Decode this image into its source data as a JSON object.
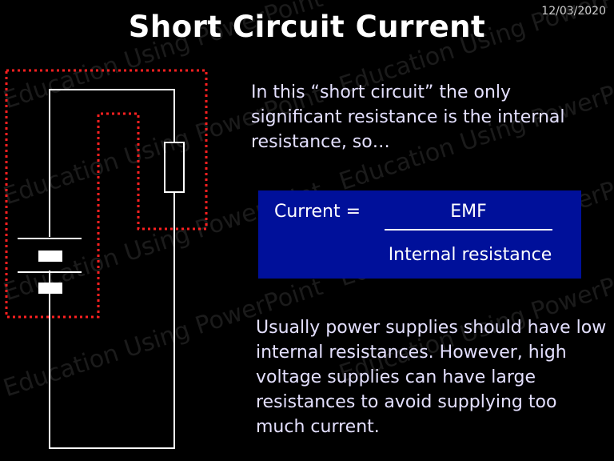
{
  "slide": {
    "date": "12/03/2020",
    "title": "Short Circuit Current",
    "intro_text": "In this “short circuit” the only significant resistance is the internal resistance, so…",
    "formula": {
      "label": "Current =",
      "numerator": "EMF",
      "denominator": "Internal resistance"
    },
    "note_text": "Usually power supplies should have low internal resistances.  However, high voltage supplies can have large resistances to avoid supplying too much current.",
    "watermark": "Education Using PowerPoint"
  },
  "colors": {
    "background": "#000000",
    "formula_box": "#00109a",
    "text": "#e4e0ff",
    "current_path": "#ff2020"
  }
}
